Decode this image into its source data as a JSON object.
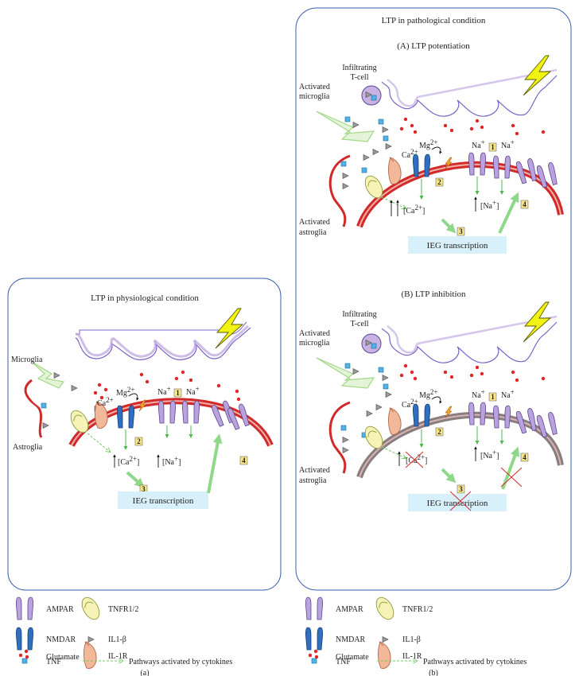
{
  "panel_a": {
    "title": "LTP in physiological condition",
    "microglia": "Microglia",
    "astroglia": "Astroglia",
    "mg": "Mg",
    "mg_sup": "2+",
    "ca": "Ca",
    "ca_sup": "2+",
    "na1": "Na",
    "na2": "Na",
    "na_sup": "+",
    "ca_conc": "[Ca",
    "ca_conc_sup": "2+",
    "ca_conc_end": "]",
    "na_conc": "[Na",
    "na_conc_sup": "+",
    "na_conc_end": "]",
    "ieg": "IEG transcription",
    "steps": [
      "1",
      "2",
      "3",
      "4"
    ],
    "label": "(a)"
  },
  "panel_b": {
    "title": "LTP in pathological condition",
    "potentiation": {
      "title": "(A) LTP potentiation",
      "tcell_line1": "Infiltrating",
      "tcell_line2": "T-cell",
      "microglia_line1": "Activated",
      "microglia_line2": "microglia",
      "astroglia_line1": "Activated",
      "astroglia_line2": "astroglia",
      "ieg": "IEG transcription"
    },
    "inhibition": {
      "title": "(B) LTP inhibition",
      "tcell_line1": "Infiltrating",
      "tcell_line2": "T-cell",
      "microglia_line1": "Activated",
      "microglia_line2": "microglia",
      "astroglia_line1": "Activated",
      "astroglia_line2": "astroglia",
      "ieg": "IEG transcription"
    },
    "label": "(b)"
  },
  "legend": {
    "ampar": "AMPAR",
    "nmdar": "NMDAR",
    "glutamate": "Glutamate",
    "tnf": "TNF",
    "tnfr": "TNFR1/2",
    "il1b": "IL1-",
    "il1b_greek": "β",
    "il1r": "IL-1R",
    "pathways": "Pathways activated by cytokines"
  },
  "colors": {
    "ampar": "#b9a2dd",
    "nmdar": "#2f6fbd",
    "glutamate": "#e0262a",
    "tnf": "#4fb3e8",
    "tnfr": "#f7f3b6",
    "il1r": "#f2b89a",
    "membrane": "#d12a2a",
    "membrane_inhibited": "#8a7d7d",
    "neuron": "#7b64c7",
    "pathway": "#86d26a",
    "ieg_box": "#d8f0fa",
    "spark": "#f2f213"
  }
}
